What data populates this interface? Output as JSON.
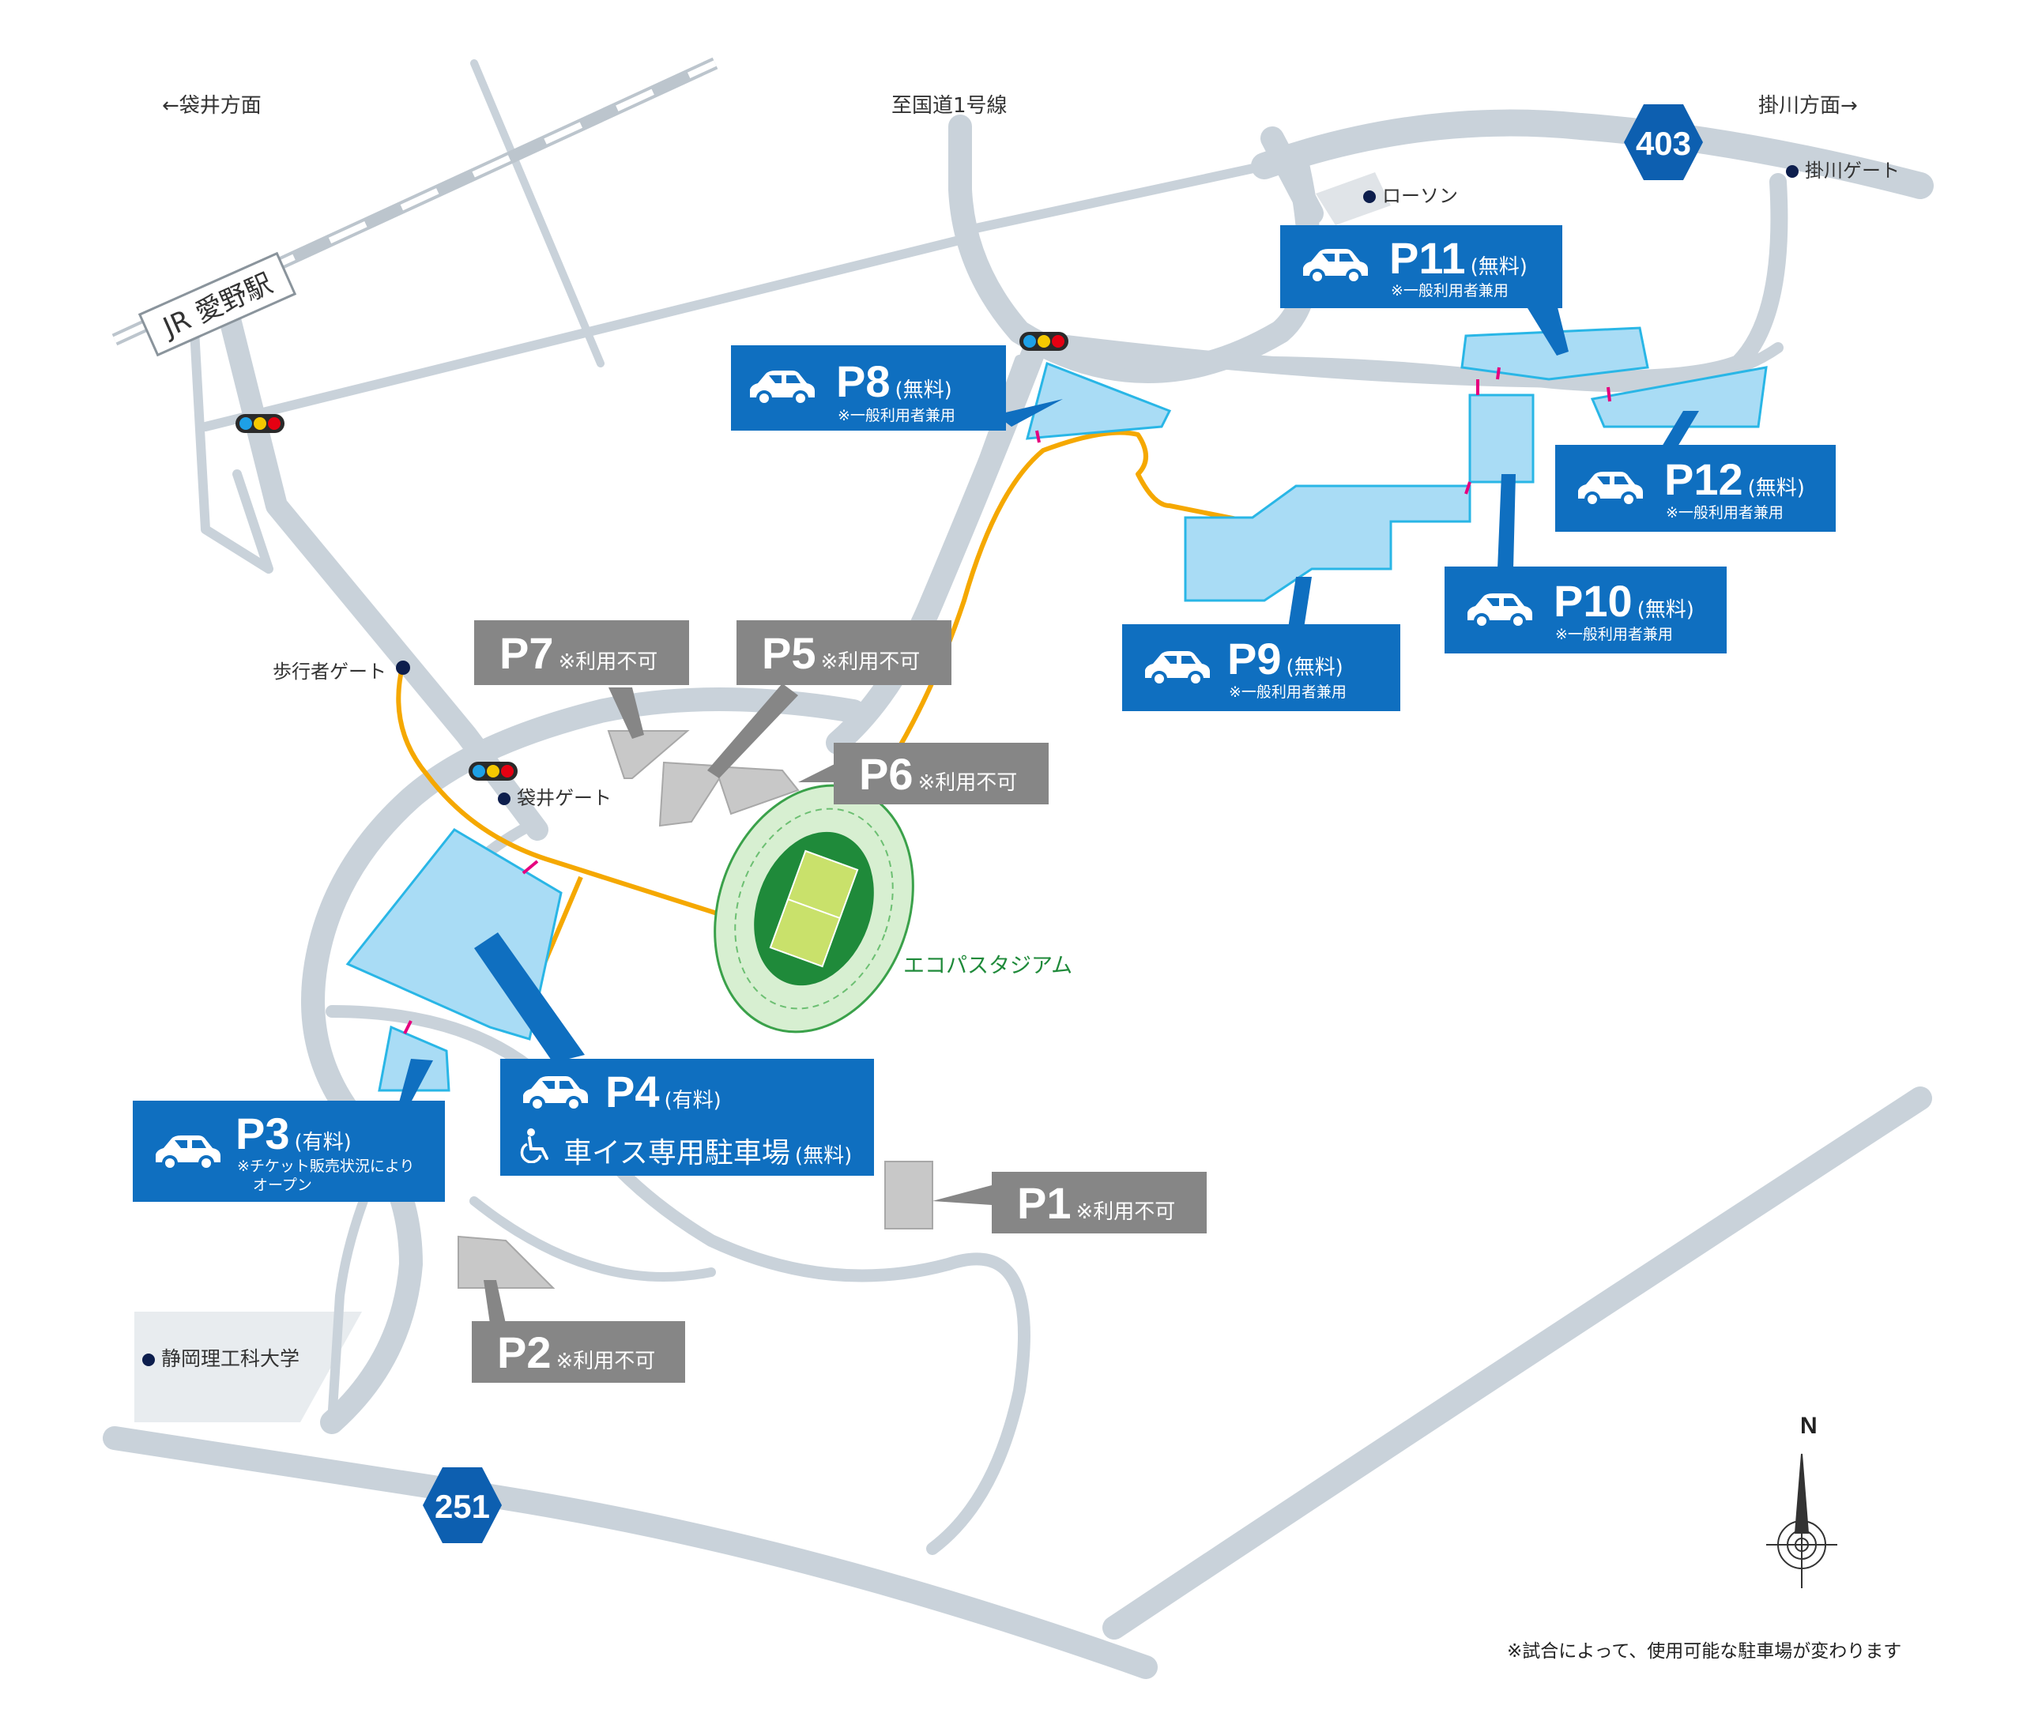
{
  "directions": {
    "fukuroi": "←袋井方面",
    "route1": "至国道1号線",
    "kakegawa": "掛川方面→"
  },
  "route_signs": {
    "r403": "403",
    "r251": "251"
  },
  "station": {
    "label": "JR 愛野駅"
  },
  "landmarks": {
    "lawson": "ローソン",
    "kakegawa_gate": "掛川ゲート",
    "pedestrian_gate": "歩行者ゲート",
    "fukuroi_gate": "袋井ゲート",
    "university": "静岡理工科大学",
    "stadium": "エコパスタジアム"
  },
  "parking": {
    "p1": {
      "name": "P1",
      "tag": "※利用不可"
    },
    "p2": {
      "name": "P2",
      "tag": "※利用不可"
    },
    "p3": {
      "name": "P3",
      "tag": "(有料)",
      "sub1": "※チケット販売状況により",
      "sub2": "オープン"
    },
    "p4": {
      "name": "P4",
      "tag": "(有料)",
      "wheelchair": "車イス専用駐車場",
      "wheelchair_tag": "(無料)"
    },
    "p5": {
      "name": "P5",
      "tag": "※利用不可"
    },
    "p6": {
      "name": "P6",
      "tag": "※利用不可"
    },
    "p7": {
      "name": "P7",
      "tag": "※利用不可"
    },
    "p8": {
      "name": "P8",
      "tag": "(無料)",
      "sub": "※一般利用者兼用"
    },
    "p9": {
      "name": "P9",
      "tag": "(無料)",
      "sub": "※一般利用者兼用"
    },
    "p10": {
      "name": "P10",
      "tag": "(無料)",
      "sub": "※一般利用者兼用"
    },
    "p11": {
      "name": "P11",
      "tag": "(無料)",
      "sub": "※一般利用者兼用"
    },
    "p12": {
      "name": "P12",
      "tag": "(無料)",
      "sub": "※一般利用者兼用"
    }
  },
  "compass": {
    "north": "N"
  },
  "footnote": "※試合によって、使用可能な駐車場が変わります",
  "colors": {
    "road": "#c9d2da",
    "walk_route": "#f5a800",
    "lot_available": "#a9dcf5",
    "lot_outline": "#29b6e6",
    "lot_unavailable": "#c8c8c8",
    "label_available": "#0f6fc0",
    "label_unavailable": "#868686",
    "route_sign": "#0d5fb0"
  }
}
